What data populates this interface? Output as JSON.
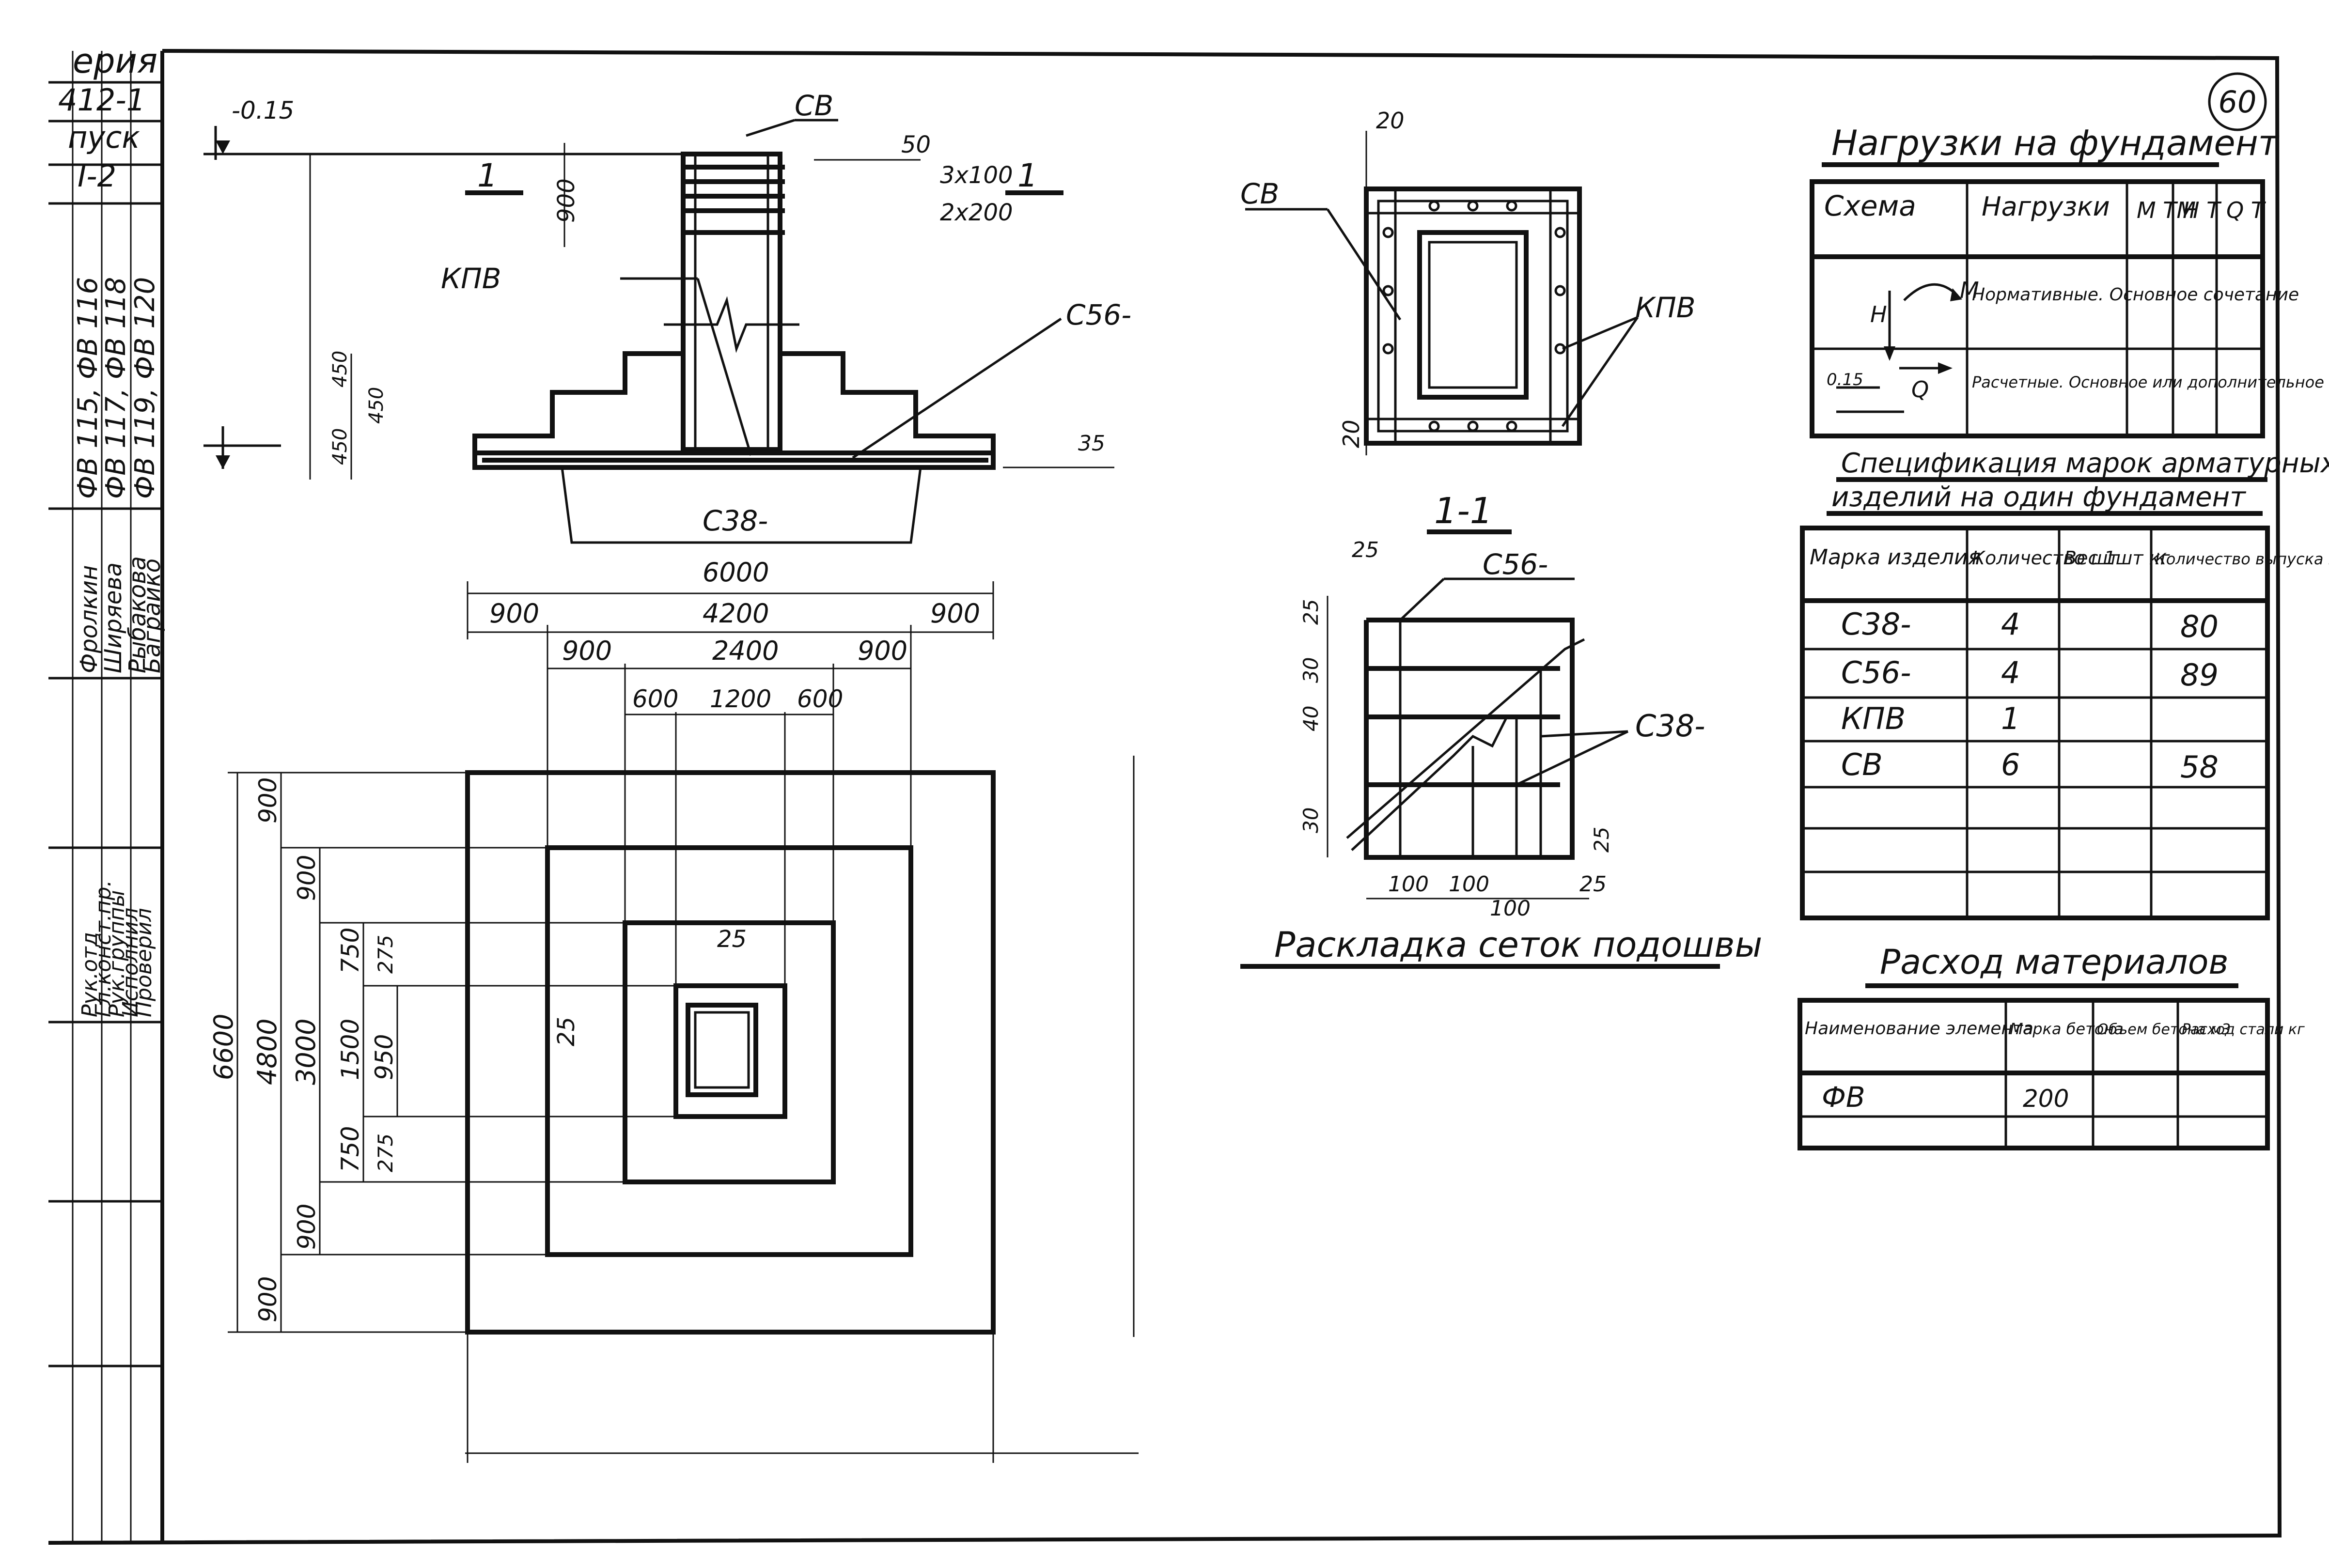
{
  "sheet": {
    "number": "60",
    "title_block": {
      "series": "ерия",
      "series_no": "412-1",
      "issue": "пуск",
      "issue_no": "I-2",
      "names_col": [
        "Рук.отд",
        "Гл.конст.пр.",
        "Рук.группы",
        "Исполнил",
        "Проверил"
      ],
      "persons_col": [
        "Фролкин",
        "Ширяева",
        "Рыбакова",
        "Баграйко"
      ],
      "marks_text": [
        "ФВ 115, ФВ 116",
        "ФВ 117, ФВ 118",
        "ФВ 119, ФВ 120"
      ]
    }
  },
  "elevation": {
    "level_mark": "-0.15",
    "section_mark": "1",
    "labels": {
      "cb": "СВ",
      "kpv": "КПВ",
      "c56": "С56-",
      "c38": "С38-"
    },
    "dims": {
      "top_offset": "50",
      "spacing_a": "3х100",
      "spacing_b": "2х200",
      "stub": "900",
      "step1": "450",
      "step2": "450",
      "step3": "450",
      "cover": "35"
    }
  },
  "plan": {
    "dims_horizontal": {
      "total": "6000",
      "outer_left": "900",
      "mid": "4200",
      "outer_right": "900",
      "l2_left": "900",
      "l2_mid": "2400",
      "l2_right": "900",
      "l3_left": "600",
      "l3_mid": "1200",
      "l3_right": "600",
      "offset": "25"
    },
    "dims_vertical": {
      "total": "6600",
      "mid": "4800",
      "inner": "3000",
      "top1": "900",
      "top2": "900",
      "top3": "750",
      "top4": "275",
      "core": "1500",
      "socket": "950",
      "bot3": "750",
      "bot4": "275",
      "bot2": "900",
      "bot1": "900",
      "offset": "25"
    }
  },
  "section_top": {
    "dim_top": "20",
    "dim_bottom": "20",
    "labels": {
      "cb": "СВ",
      "kpv": "КПВ"
    }
  },
  "mesh_layout": {
    "section_label": "1-1",
    "title": "Раскладка сеток подошвы",
    "labels": {
      "c56": "С56-",
      "c38": "С38-"
    },
    "dims_left": [
      "25",
      "30",
      "40",
      "30"
    ],
    "dims_bottom": [
      "100",
      "100",
      "100",
      "25"
    ],
    "dim_top_left": "25",
    "dim_right": "25"
  },
  "loads_table": {
    "title": "Нагрузки на фундамент",
    "headers": [
      "Схема",
      "Нагрузки",
      "М\nТМ",
      "Н\nТ",
      "Q\nТ"
    ],
    "rows": [
      {
        "load": "Нормативные. Основное сочетание"
      },
      {
        "load": "Расчетные. Основное или дополнительное сочетание"
      }
    ],
    "scheme_labels": {
      "n": "Н",
      "m": "М",
      "q": "Q",
      "level": "0.15"
    }
  },
  "spec_table": {
    "title_line1": "Спецификация марок арматурных",
    "title_line2": "изделий на один фундамент",
    "headers": [
      "Марка изделия",
      "Количество шт",
      "Вес 1шт кг",
      "Количество выпуска II"
    ],
    "rows": [
      {
        "mark": "С38-",
        "qty": "4",
        "weight": "",
        "release": "80"
      },
      {
        "mark": "С56-",
        "qty": "4",
        "weight": "",
        "release": "89"
      },
      {
        "mark": "КПВ",
        "qty": "1",
        "weight": "",
        "release": ""
      },
      {
        "mark": "СВ",
        "qty": "6",
        "weight": "",
        "release": "58"
      },
      {
        "mark": "",
        "qty": "",
        "weight": "",
        "release": ""
      },
      {
        "mark": "",
        "qty": "",
        "weight": "",
        "release": ""
      },
      {
        "mark": "",
        "qty": "",
        "weight": "",
        "release": ""
      }
    ]
  },
  "materials_table": {
    "title": "Расход материалов",
    "headers": [
      "Наименование элемента",
      "Марка бетона",
      "Объем бетона м3",
      "Расход стали кг"
    ],
    "rows": [
      {
        "name": "ФВ",
        "grade": "200",
        "volume": "",
        "steel": ""
      },
      {
        "name": "",
        "grade": "",
        "volume": "",
        "steel": ""
      }
    ]
  }
}
